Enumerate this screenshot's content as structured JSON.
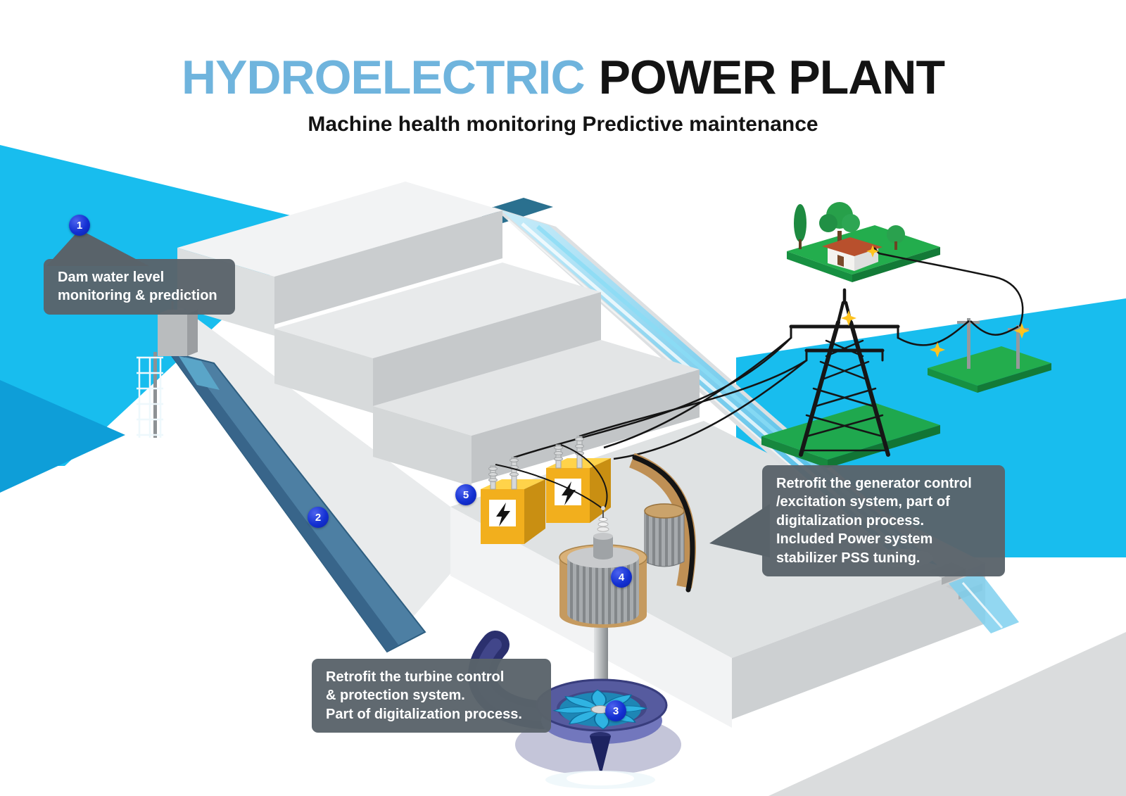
{
  "title": {
    "highlight": "HYDROELECTRIC",
    "rest": "POWER PLANT",
    "subtitle": "Machine health monitoring Predictive maintenance"
  },
  "markers": [
    "1",
    "2",
    "3",
    "4",
    "5"
  ],
  "callouts": {
    "dam": {
      "lines": [
        "Dam water level",
        "monitoring & prediction"
      ]
    },
    "turbine": {
      "lines": [
        "Retrofit the turbine control",
        "& protection system.",
        "Part of digitalization process."
      ]
    },
    "generator": {
      "lines": [
        "Retrofit the generator control",
        "/excitation system, part of",
        "digitalization process.",
        "Included Power system",
        "stabilizer PSS tuning."
      ]
    }
  },
  "colors": {
    "accent_cyan": "#18bdee",
    "accent_deep_blue": "#0e9ed8",
    "title_blue": "#6fb4dd",
    "callout_gray": "#59636a",
    "marker_blue": "#1330d2",
    "transformer_yellow": "#f2af1d",
    "grass_green": "#1fa84e",
    "penstock_blue": "#4d7fa3",
    "turbine_blue": "#565b9f",
    "generator_tan": "#c59a5f"
  }
}
